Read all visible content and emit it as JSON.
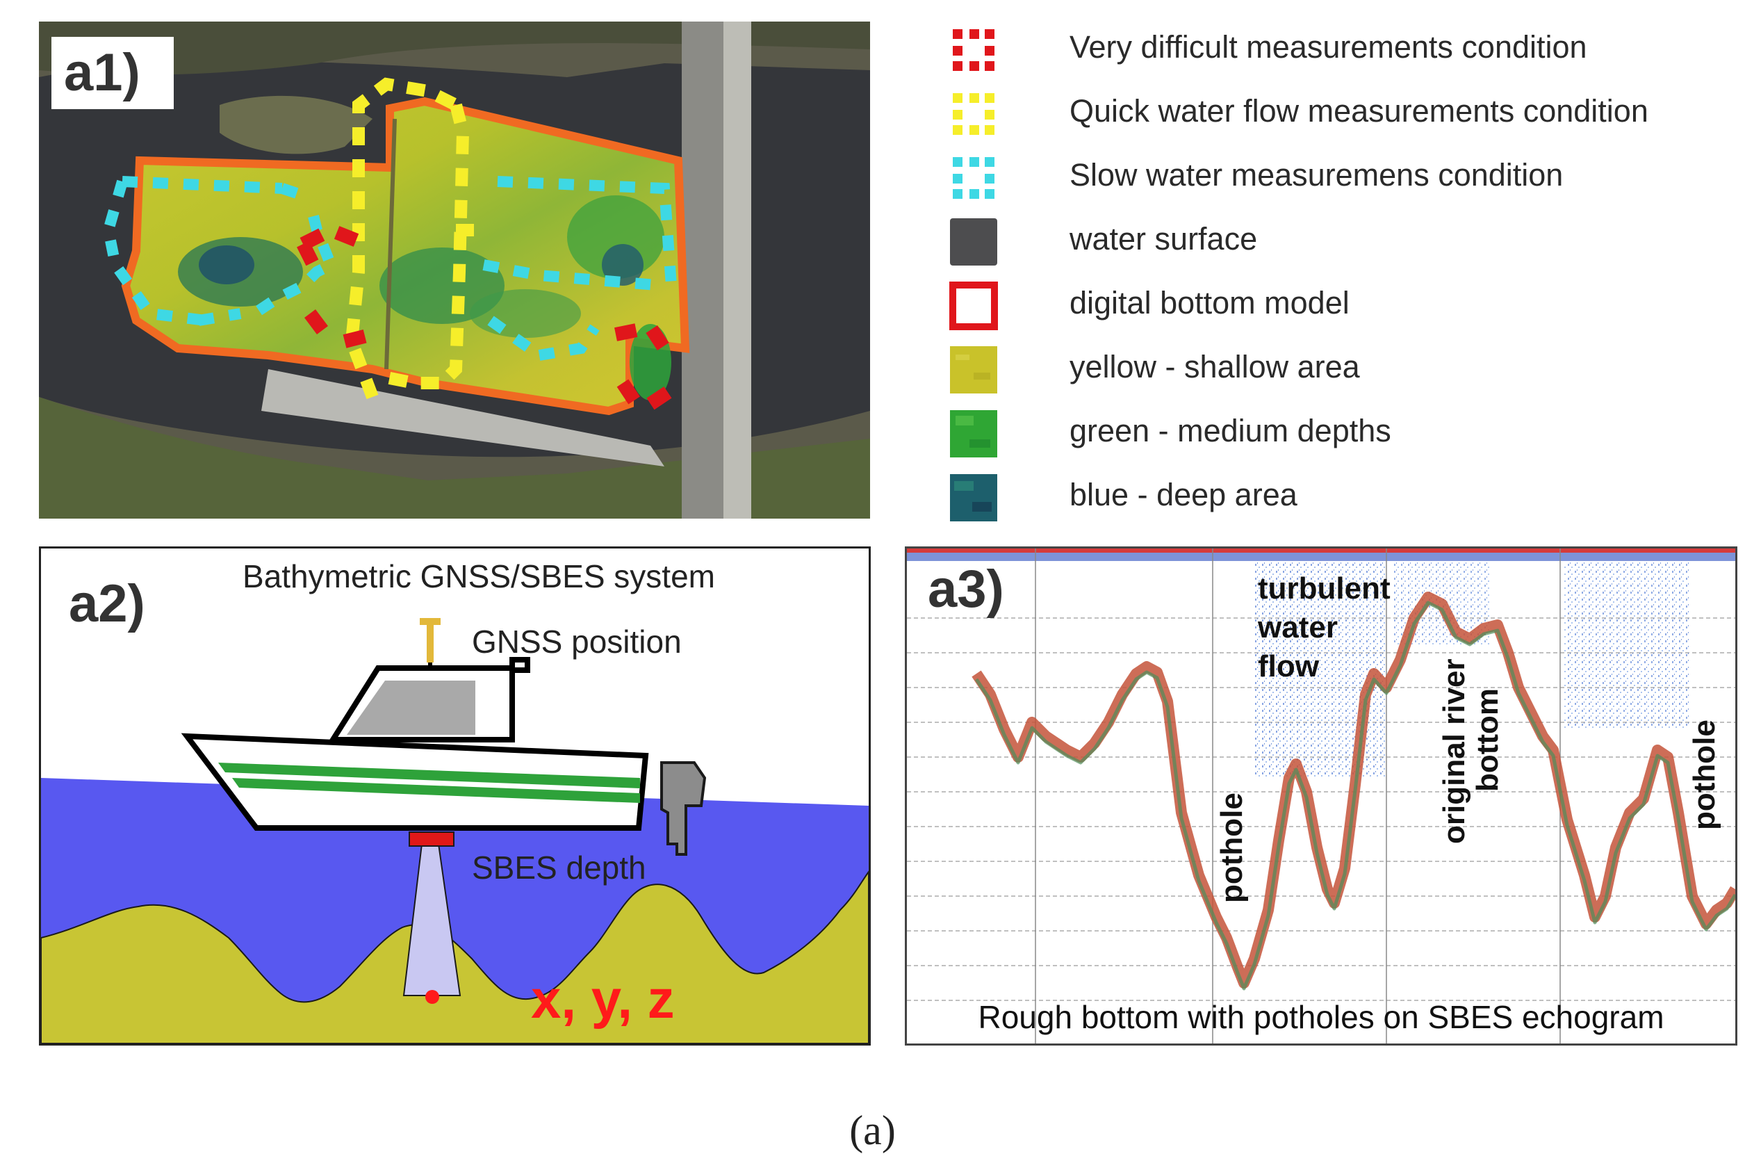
{
  "panel_a1": {
    "label": "a1)"
  },
  "legend": {
    "items": [
      {
        "text": "Very difficult measurements condition",
        "swatch": "dash-red",
        "color": "#e0161b"
      },
      {
        "text": "Quick water flow measurements condition",
        "swatch": "dash-yellow",
        "color": "#f6ee2a"
      },
      {
        "text": "Slow water measuremens condition",
        "swatch": "dash-cyan",
        "color": "#3ed8e4"
      },
      {
        "text": "water surface",
        "swatch": "solid-gray",
        "color": "#4d4d4f"
      },
      {
        "text": "digital bottom model",
        "swatch": "outline-red",
        "color": "#e0161b"
      },
      {
        "text": "yellow - shallow area",
        "swatch": "texture-yellow",
        "color": "#c9c22a"
      },
      {
        "text": "green - medium depths",
        "swatch": "texture-green",
        "color": "#2fa634"
      },
      {
        "text": "blue - deep area",
        "swatch": "texture-blue",
        "color": "#1d5f6c"
      }
    ]
  },
  "panel_a2": {
    "label": "a2)",
    "title": "Bathymetric GNSS/SBES system",
    "gnss_label": "GNSS position",
    "sbes_label": "SBES depth",
    "coords_label": "x, y, z",
    "colors": {
      "water": "#5858f0",
      "seabed": "#c8c534",
      "beam": "#c9c8f2",
      "point": "#ff1a1a",
      "sensor": "#e01818",
      "antenna": "#e2b83a"
    }
  },
  "panel_a3": {
    "label": "a3)",
    "turbulent_label": "turbulent water flow",
    "turbulent_lines": [
      "turbulent",
      "water",
      "flow"
    ],
    "pothole_label_left": "pothole",
    "original_label_lines": [
      "original river",
      "bottom"
    ],
    "pothole_label_right": "pothole",
    "caption": "Rough bottom with potholes on SBES echogram"
  },
  "figure_caption": "(a)"
}
